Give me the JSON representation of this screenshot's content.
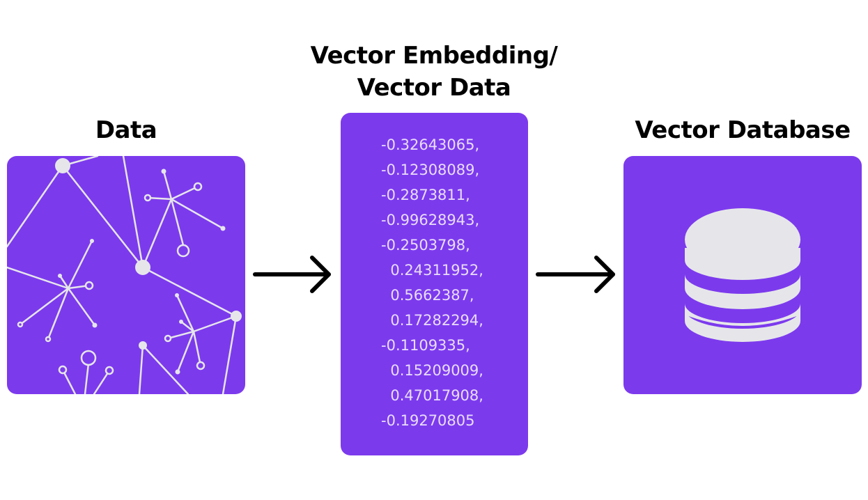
{
  "labels": {
    "data": "Data",
    "vector_line1": "Vector Embedding/",
    "vector_line2": "Vector Data",
    "database": "Vector Database"
  },
  "vector_values": [
    "-0.32643065,",
    "-0.12308089,",
    "-0.2873811,",
    "-0.99628943,",
    "-0.2503798,",
    "  0.24311952,",
    "  0.5662387,",
    "  0.17282294,",
    "-0.1109335,",
    "  0.15209009,",
    "  0.47017908,",
    "-0.19270805"
  ],
  "icons": {
    "data_panel": "network-graph-icon",
    "arrows": "right-arrow-icon",
    "database": "database-icon"
  },
  "colors": {
    "panel": "#7c3aed",
    "graphic": "#e6e6ea",
    "text_on_panel": "#e9ddfb",
    "arrow": "#000000"
  }
}
